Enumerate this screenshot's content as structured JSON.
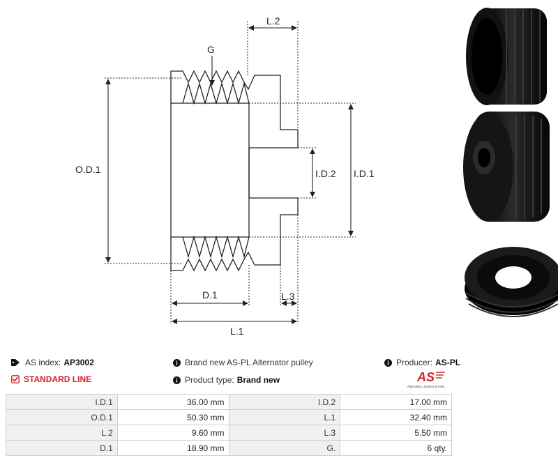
{
  "drawing": {
    "labels": {
      "l2": "L.2",
      "g": "G",
      "od1": "O.D.1",
      "id2": "I.D.2",
      "id1": "I.D.1",
      "d1": "D.1",
      "l3": "L.3",
      "l1": "L.1"
    }
  },
  "photos": [
    "pulley-photo-side-icon",
    "pulley-photo-front-icon",
    "pulley-photo-bottom-icon"
  ],
  "info": {
    "as_index_label": "AS index:",
    "as_index_value": "AP3002",
    "standard_line": "STANDARD LINE",
    "description": "Brand new AS-PL Alternator pulley",
    "product_type_label": "Product type:",
    "product_type_value": "Brand new",
    "producer_label": "Producer:",
    "producer_value": "AS-PL"
  },
  "logo": {
    "mark": "AS",
    "tagline": "Alternators, Starters & Parts"
  },
  "specs": [
    {
      "k1": "I.D.1",
      "v1": "36.00 mm",
      "k2": "I.D.2",
      "v2": "17.00 mm"
    },
    {
      "k1": "O.D.1",
      "v1": "50.30 mm",
      "k2": "L.1",
      "v2": "32.40 mm"
    },
    {
      "k1": "L.2",
      "v1": "9.60 mm",
      "k2": "L.3",
      "v2": "5.50 mm"
    },
    {
      "k1": "D.1",
      "v1": "18.90 mm",
      "k2": "G.",
      "v2": "6 qty."
    }
  ],
  "colors": {
    "accent_red": "#d2232a",
    "table_key_bg": "#f0f0f0",
    "border": "#cfcfcf"
  }
}
